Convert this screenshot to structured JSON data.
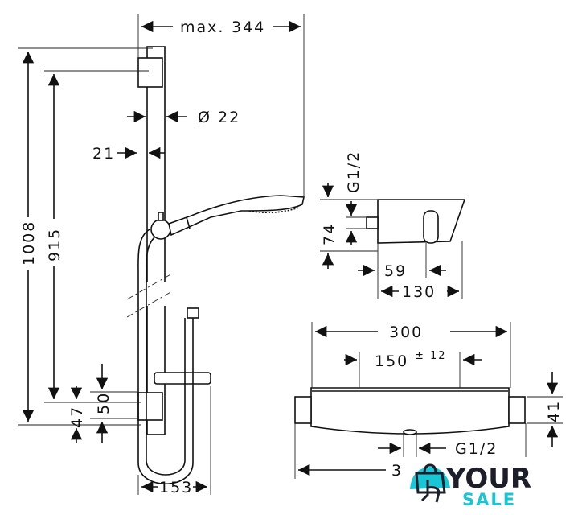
{
  "drawing": {
    "shower_set": {
      "max_label": "max.",
      "max_width": "344",
      "bar_diameter": "Ø 22",
      "bar_offset": "21",
      "total_height": "1008",
      "bracket_spacing": "915",
      "slider_offset": "50",
      "bottom_offset": "47",
      "depth": "153"
    },
    "thermostat_side": {
      "thread": "G1/2",
      "height": "74",
      "inlet_depth": "59",
      "depth": "130"
    },
    "thermostat_front": {
      "width": "300",
      "center_distance": "150",
      "tolerance": "± 12",
      "height": "41",
      "outlet_thread": "G1/2",
      "overall_partial": "3"
    }
  },
  "logo": {
    "line1": "YOUR",
    "line2": "SALE",
    "accent": "#18c6d6",
    "dark": "#1c1f2a"
  }
}
